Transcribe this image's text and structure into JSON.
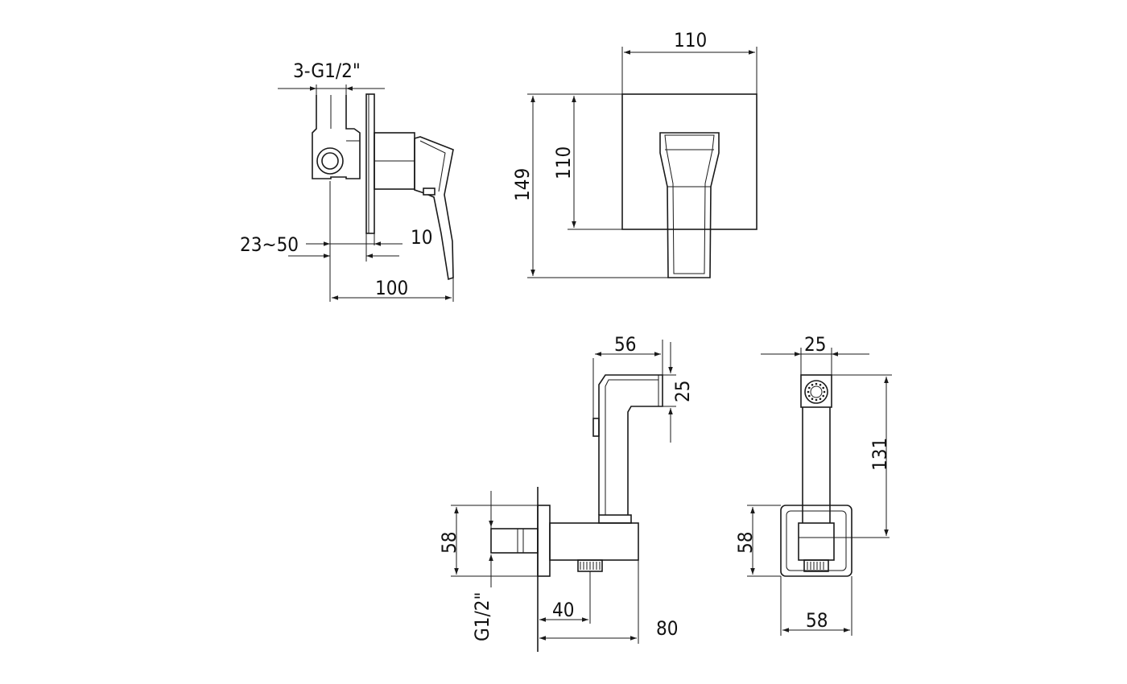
{
  "labels": {
    "ports": "3-G1/2\"",
    "wall_range": "23~50",
    "cover_gap": "10",
    "mixer_depth": "100",
    "plate_width": "110",
    "plate_height": "110",
    "total_height": "149",
    "shower_width": "56",
    "shower_head_height": "25",
    "holder_size_side": "58",
    "thread": "G1/2\"",
    "outlet_offset": "40",
    "holder_depth": "80",
    "shower_front_width": "25",
    "shower_length": "131",
    "holder_size_front": "58",
    "holder_width_front": "58"
  },
  "colors": {
    "line": "#1a1a1a",
    "background": "#ffffff"
  }
}
